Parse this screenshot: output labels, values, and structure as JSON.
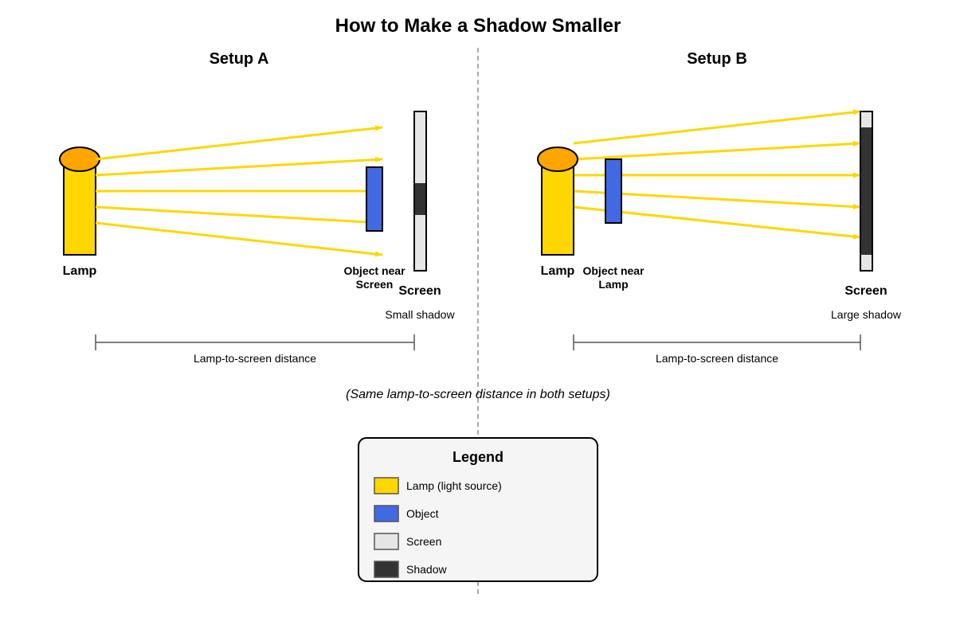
{
  "title": "How to Make a Shadow Smaller",
  "setup_a": {
    "heading": "Setup A",
    "lamp_label": "Lamp",
    "object_label_line1": "Object near",
    "object_label_line2": "Screen",
    "screen_label": "Screen",
    "shadow_caption": "Small shadow",
    "distance_label": "Lamp-to-screen distance"
  },
  "setup_b": {
    "heading": "Setup B",
    "lamp_label": "Lamp",
    "object_label_line1": "Object near",
    "object_label_line2": "Lamp",
    "screen_label": "Screen",
    "shadow_caption": "Large shadow",
    "distance_label": "Lamp-to-screen distance"
  },
  "note": "(Same lamp-to-screen distance in both setups)",
  "legend": {
    "title": "Legend",
    "items": [
      {
        "label": "Lamp (light source)",
        "color": "#FFD700"
      },
      {
        "label": "Object",
        "color": "#4169E1"
      },
      {
        "label": "Screen",
        "color": "#E6E6E6"
      },
      {
        "label": "Shadow",
        "color": "#333333"
      }
    ]
  },
  "colors": {
    "lamp_body": "#FFD700",
    "lamp_top": "#FFA500",
    "light_ray": "#FFD700",
    "object": "#4169E1",
    "screen": "#E6E6E6",
    "shadow": "#333333",
    "divider": "#AAAAAA"
  }
}
